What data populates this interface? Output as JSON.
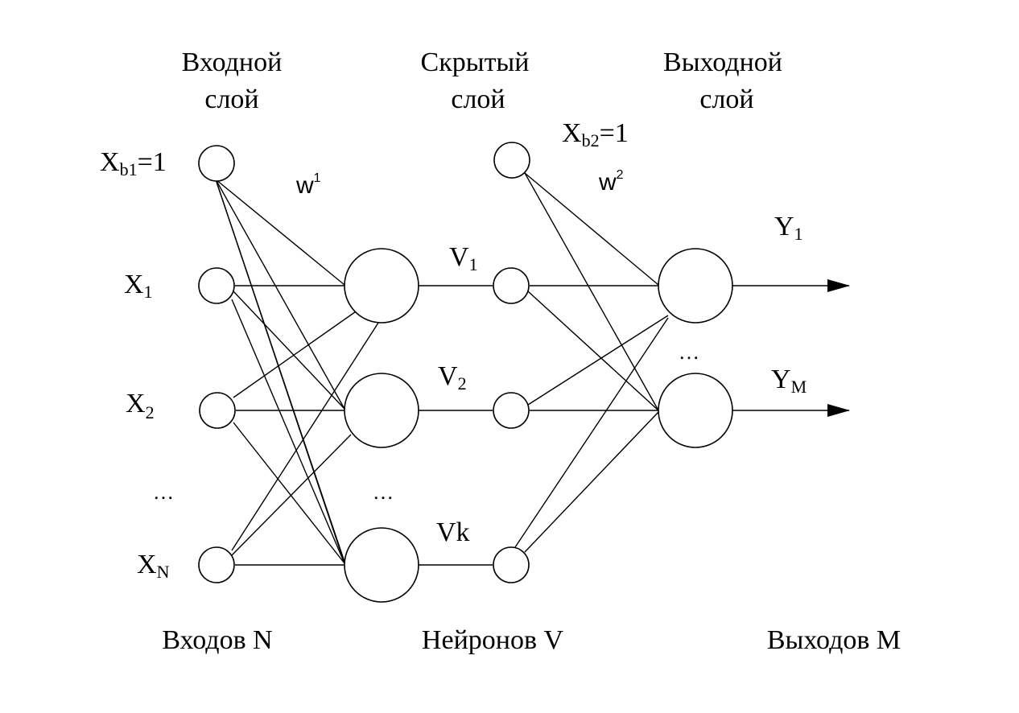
{
  "headers": {
    "input": [
      "Входной",
      "слой"
    ],
    "hidden": [
      "Скрытый",
      "слой"
    ],
    "output": [
      "Выходной",
      "слой"
    ]
  },
  "input_labels": {
    "bias_main": "X",
    "bias_sub": "b1",
    "bias_tail": "=1",
    "x1_main": "X",
    "x1_sub": "1",
    "x2_main": "X",
    "x2_sub": "2",
    "xn_main": "X",
    "xn_sub": "N"
  },
  "hidden_labels": {
    "bias_main": "X",
    "bias_sub": "b2",
    "bias_tail": "=1",
    "v1_main": "V",
    "v1_sub": "1",
    "v2_main": "V",
    "v2_sub": "2",
    "vk": "Vk"
  },
  "weights": {
    "w1_main": "w",
    "w1_sup": "1",
    "w2_main": "w",
    "w2_sup": "2"
  },
  "outputs": {
    "y1_main": "Y",
    "y1_sub": "1",
    "ym_main": "Y",
    "ym_sub": "M"
  },
  "ellipses": {
    "input": "…",
    "hidden": "…",
    "output": "…"
  },
  "footers": {
    "input": "Входов N",
    "hidden": "Нейронов V",
    "output": "Выходов M"
  }
}
